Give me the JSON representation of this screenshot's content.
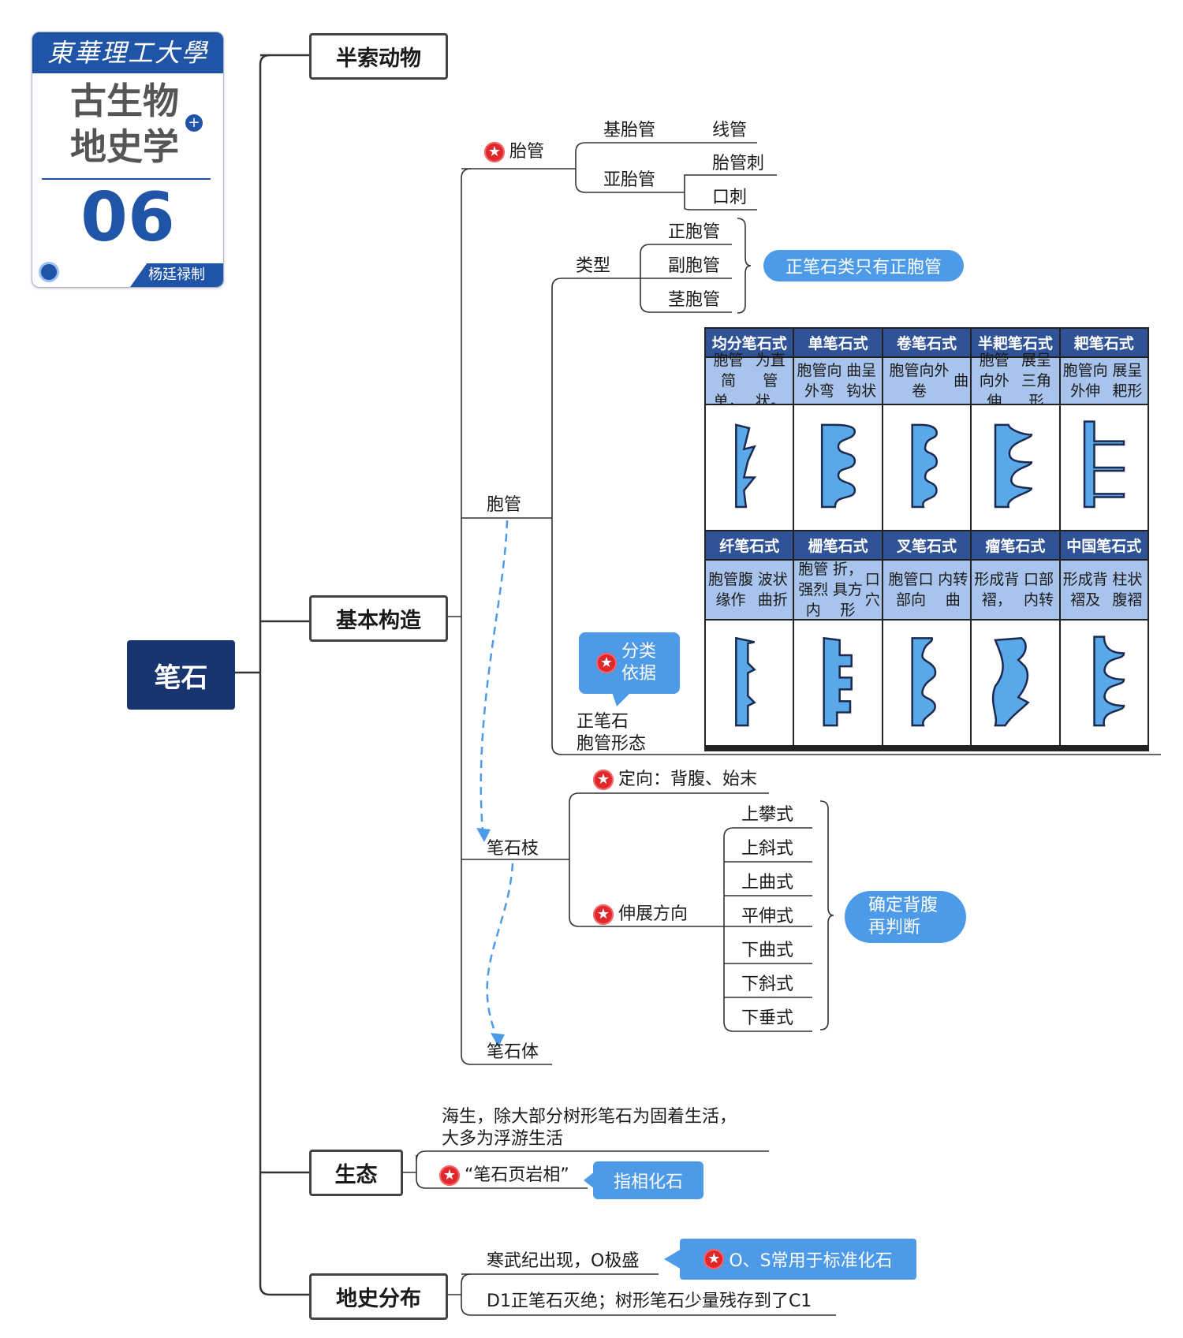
{
  "card": {
    "university": "東華理工大學",
    "course_line1": "古生物",
    "course_line2": "地史学",
    "number": "06",
    "author": "杨廷禄制"
  },
  "root": "笔石",
  "branches": {
    "b1": "半索动物",
    "b2": "基本构造",
    "b3": "生态",
    "b4": "地史分布"
  },
  "structure": {
    "taiguan": "胎管",
    "jitaiguan": "基胎管",
    "xianguan": "线管",
    "yataiguan": "亚胎管",
    "taiguanci": "胎管刺",
    "kouci": "口刺",
    "baoguan": "胞管",
    "leixing": "类型",
    "zhengbaoguan": "正胞管",
    "fubaoguan": "副胞管",
    "jingbaoguan": "茎胞管",
    "type_note": "正笔石类只有正胞管",
    "classify_callout": "分类依据",
    "classify_line1": "正笔石",
    "classify_line2": "胞管形态",
    "bishizhi": "笔石枝",
    "dingxiang": "定向：背腹、始末",
    "shenzhan": "伸展方向",
    "directions": [
      "上攀式",
      "上斜式",
      "上曲式",
      "平伸式",
      "下曲式",
      "下斜式",
      "下垂式"
    ],
    "direction_note_1": "确定背腹",
    "direction_note_2": "再判断",
    "bishiti": "笔石体"
  },
  "table": {
    "row1_headers": [
      "均分笔石式",
      "单笔石式",
      "卷笔石式",
      "半耙笔石式",
      "耙笔石式"
    ],
    "row1_desc": [
      [
        "胞管简单，",
        "为直管状。"
      ],
      [
        "胞管向外弯",
        "曲呈钩状"
      ],
      [
        "胞管向外卷",
        "曲"
      ],
      [
        "胞管向外伸",
        "展呈三角形"
      ],
      [
        "胞管向外伸",
        "展呈耙形"
      ]
    ],
    "row2_headers": [
      "纤笔石式",
      "栅笔石式",
      "叉笔石式",
      "瘤笔石式",
      "中国笔石式"
    ],
    "row2_desc": [
      [
        "胞管腹缘作",
        "波状曲折"
      ],
      [
        "胞管强烈内",
        "折，具方形",
        "口穴"
      ],
      [
        "胞管口部向",
        "内转曲"
      ],
      [
        "形成背褶，",
        "口部内转"
      ],
      [
        "形成背褶及",
        "柱状腹褶"
      ]
    ]
  },
  "ecology": {
    "line1": "海生，除大部分树形笔石为固着生活，",
    "line2": "大多为浮游生活",
    "facies": "“笔石页岩相”",
    "facies_note": "指相化石"
  },
  "history": {
    "line1": "寒武纪出现，O极盛",
    "note": "O、S常用于标准化石",
    "line2": "D1正笔石灭绝；树形笔石少量残存到了C1"
  },
  "colors": {
    "root": "#19356f",
    "accent": "#4c9ae8",
    "table_header": "#2f5396",
    "table_desc": "#a8c3ec",
    "star": "#e0272b"
  }
}
